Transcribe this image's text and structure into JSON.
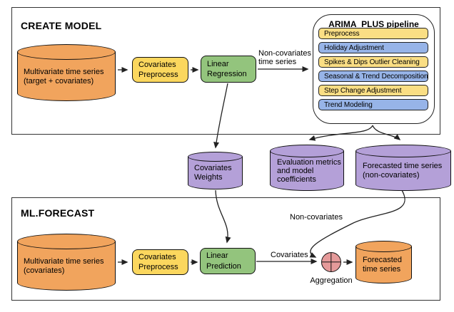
{
  "palette": {
    "orange": "#F1A45D",
    "yellow": "#FBD75E",
    "pipeline_yellow": "#FADE84",
    "green": "#93C47D",
    "pipeline_blue": "#97B4E8",
    "purple": "#B4A0D8",
    "aggregation_pink": "#E59A9A",
    "line": "#222222"
  },
  "create_model": {
    "title": "CREATE MODEL",
    "source_db": {
      "line1": "Multivariate time series",
      "line2": "(target + covariates)"
    },
    "covariates_preprocess": {
      "line1": "Covariates",
      "line2": "Preprocess"
    },
    "linear_regression": {
      "line1": "Linear",
      "line2": "Regression"
    },
    "arrow_label": {
      "line1": "Non-covariates",
      "line2": "time series"
    },
    "pipeline": {
      "title": "ARIMA_PLUS pipeline",
      "items": [
        {
          "label": "Preprocess",
          "color": "#FADE84"
        },
        {
          "label": "Holiday Adjustment",
          "color": "#97B4E8"
        },
        {
          "label": "Spikes & Dips Outlier Cleaning",
          "color": "#FADE84"
        },
        {
          "label": "Seasonal & Trend Decomposition",
          "color": "#97B4E8"
        },
        {
          "label": "Step Change Adjustment",
          "color": "#FADE84"
        },
        {
          "label": "Trend Modeling",
          "color": "#97B4E8"
        }
      ]
    }
  },
  "outputs": {
    "covariates_weights": {
      "line1": "Covariates",
      "line2": "Weights"
    },
    "evaluation_metrics": {
      "line1": "Evaluation metrics",
      "line2": "and model",
      "line3": "coefficients"
    },
    "forecasted_non_covariates": {
      "line1": "Forecasted time series",
      "line2": "(non-covariates)"
    }
  },
  "ml_forecast": {
    "title": "ML.FORECAST",
    "source_db": {
      "line1": "Multivariate time series",
      "line2": "(covariates)"
    },
    "covariates_preprocess": {
      "line1": "Covariates",
      "line2": "Preprocess"
    },
    "linear_prediction": {
      "line1": "Linear",
      "line2": "Prediction"
    },
    "labels": {
      "covariates": "Covariates",
      "non_covariates": "Non-covariates",
      "aggregation": "Aggregation"
    },
    "forecasted_time_series": {
      "line1": "Forecasted",
      "line2": "time series"
    }
  }
}
